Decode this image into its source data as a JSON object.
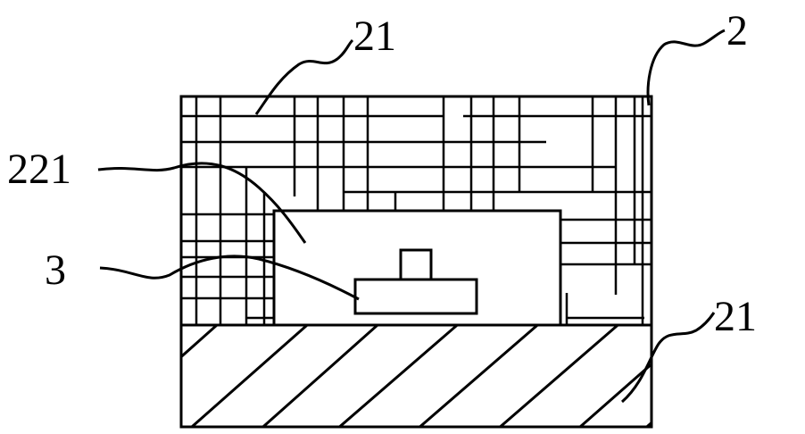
{
  "labels": {
    "top_left": "21",
    "top_right": "2",
    "left_upper": "221",
    "left_lower": "3",
    "bottom_right": "21"
  }
}
